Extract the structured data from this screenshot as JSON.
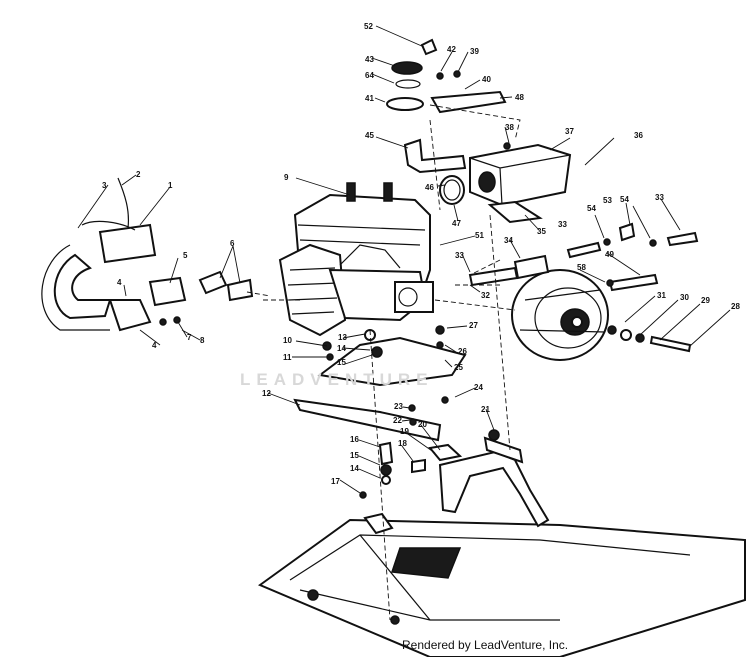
{
  "credit": "Rendered by LeadVenture, Inc.",
  "watermark": "LEADVENTURE",
  "callouts": [
    "52",
    "43",
    "42",
    "39",
    "40",
    "64",
    "41",
    "48",
    "38",
    "37",
    "36",
    "45",
    "9",
    "46",
    "47",
    "3",
    "2",
    "1",
    "6",
    "5",
    "4",
    "7",
    "8",
    "35",
    "33",
    "54",
    "53",
    "54",
    "33",
    "51",
    "34",
    "33",
    "32",
    "49",
    "58",
    "31",
    "30",
    "29",
    "28",
    "13",
    "14",
    "15",
    "10",
    "11",
    "12",
    "27",
    "26",
    "25",
    "24",
    "23",
    "22",
    "21",
    "16",
    "15",
    "14",
    "17",
    "18",
    "19",
    "20",
    "4"
  ]
}
